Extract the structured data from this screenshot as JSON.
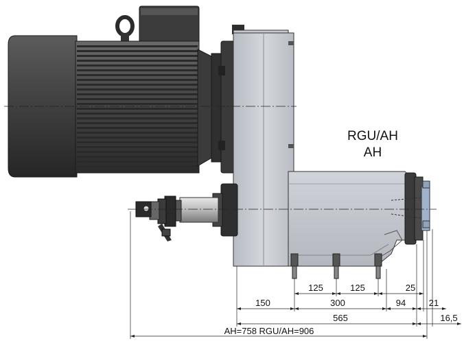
{
  "model_label_line1": "RGU/AH",
  "model_label_line2": "AH",
  "dimensions": {
    "d125_left": "125",
    "d125_right": "125",
    "d25": "25",
    "d150": "150",
    "d300": "300",
    "d94": "94",
    "d21": "21",
    "d565": "565",
    "d16_5": "16,5",
    "overall": "AH=758 RGU/AH=906"
  },
  "colors": {
    "motor_dark": "#3a3a3a",
    "motor_fin": "#2a2a2a",
    "gearbox_grey": "#c9ccd2",
    "spindle_housing": "#c3c7ce",
    "flange_blue": "#9fb4cc"
  }
}
